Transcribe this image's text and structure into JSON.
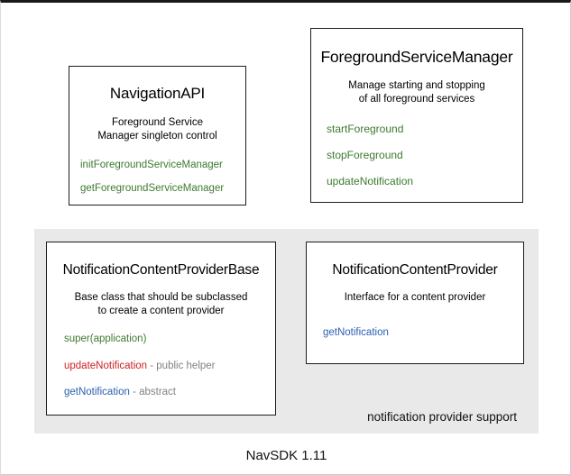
{
  "diagram": {
    "footer_caption": "NavSDK 1.11",
    "panel": {
      "caption": "notification provider support",
      "background_color": "#e9e9e9"
    },
    "colors": {
      "method_green": "#3d7a2e",
      "method_blue": "#2b5fb0",
      "method_red": "#cc2222",
      "note_gray": "#828282",
      "box_border": "#1c1c1c",
      "panel_background": "#e9e9e9"
    },
    "boxes": [
      {
        "id": "navigation-api",
        "title": "NavigationAPI",
        "description_lines": [
          "Foreground Service",
          "Manager singleton control"
        ],
        "members": [
          {
            "name": "initForegroundServiceManager",
            "color": "green",
            "note": ""
          },
          {
            "name": "getForegroundServiceManager",
            "color": "green",
            "note": ""
          }
        ]
      },
      {
        "id": "foreground-service-manager",
        "title": "ForegroundServiceManager",
        "description_lines": [
          "Manage starting and stopping",
          "of all foreground services"
        ],
        "members": [
          {
            "name": "startForeground",
            "color": "green",
            "note": ""
          },
          {
            "name": "stopForeground",
            "color": "green",
            "note": ""
          },
          {
            "name": "updateNotification",
            "color": "green",
            "note": ""
          }
        ]
      },
      {
        "id": "notification-content-provider-base",
        "title": "NotificationContentProviderBase",
        "description_lines": [
          "Base class that should be subclassed",
          "to create a content provider"
        ],
        "members": [
          {
            "name": "super(application)",
            "color": "green",
            "note": ""
          },
          {
            "name": "updateNotification",
            "color": "red",
            "note": " - public helper"
          },
          {
            "name": "getNotification",
            "color": "blue",
            "note": " - abstract"
          }
        ]
      },
      {
        "id": "notification-content-provider",
        "title": "NotificationContentProvider",
        "description_lines": [
          "Interface for a content provider"
        ],
        "members": [
          {
            "name": "getNotification",
            "color": "blue",
            "note": ""
          }
        ]
      }
    ]
  }
}
